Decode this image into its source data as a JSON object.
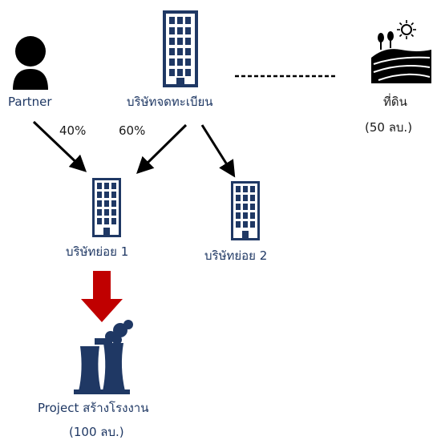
{
  "nodes": {
    "partner": {
      "label": "Partner"
    },
    "holding": {
      "label": "บริษัทจดทะเบียน"
    },
    "land": {
      "label": "ที่ดิน",
      "value": "(50 ลบ.)"
    },
    "sub1": {
      "label": "บริษัทย่อย 1"
    },
    "sub2": {
      "label": "บริษัทย่อย 2"
    },
    "project": {
      "label": "Project สร้างโรงงาน",
      "value": "(100 ลบ.)"
    }
  },
  "edges": {
    "partner_to_sub1": {
      "label": "40%"
    },
    "holding_to_sub1": {
      "label": "60%"
    }
  },
  "icons": {
    "partner": "person-icon",
    "holding": "office-building-icon",
    "land": "farmland-sun-icon",
    "sub1": "office-building-icon",
    "sub2": "office-building-icon",
    "project": "power-plant-icon"
  },
  "colors": {
    "icon_navy": "#1f3864",
    "person": "#000000",
    "text_blue": "#1f3864",
    "arrow_red": "#c00000",
    "arrow_black": "#000000"
  }
}
